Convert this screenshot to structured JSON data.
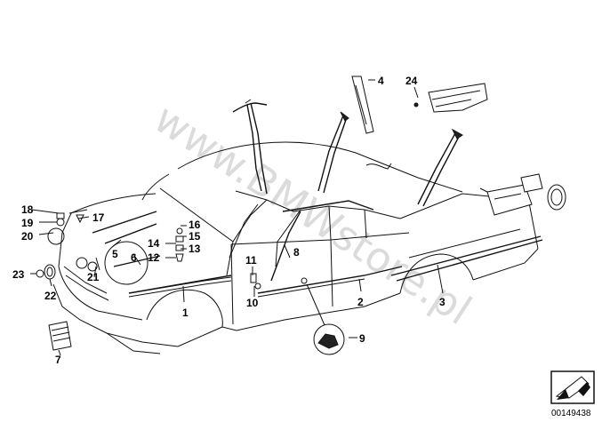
{
  "watermark": "www.BMWstore.pl",
  "diagram_code": "00149438",
  "callouts": [
    "1",
    "2",
    "3",
    "4",
    "5",
    "6",
    "7",
    "8",
    "9",
    "10",
    "11",
    "12",
    "13",
    "14",
    "15",
    "16",
    "17",
    "18",
    "19",
    "20",
    "21",
    "22",
    "23",
    "24"
  ]
}
